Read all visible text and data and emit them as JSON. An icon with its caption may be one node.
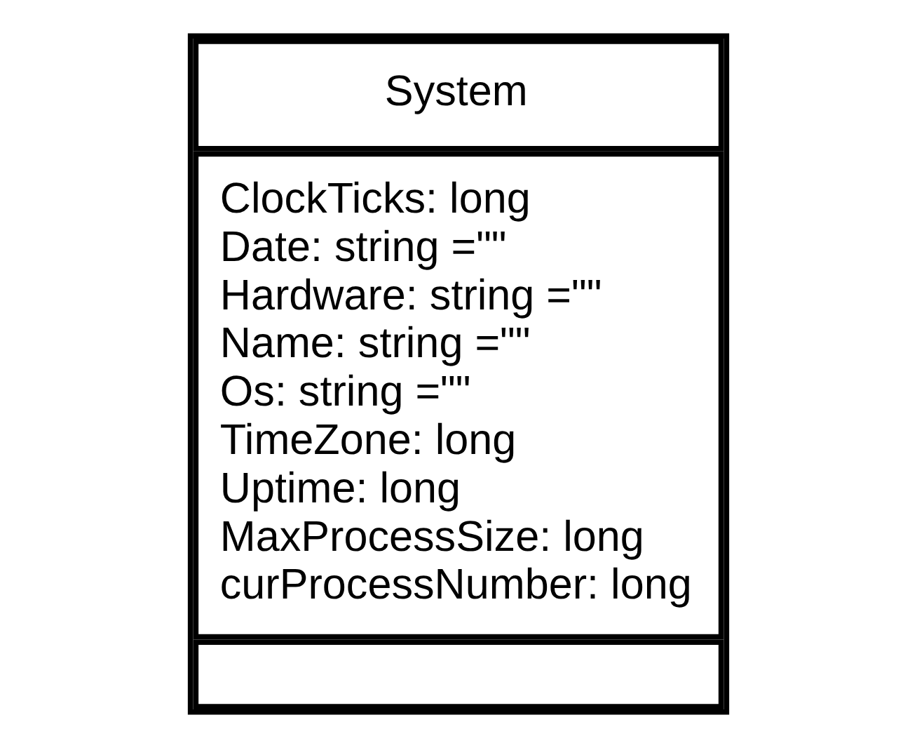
{
  "diagram": {
    "nodes": [
      {
        "text": [
          "System",
          "ClockTicks: long",
          "Date: string =\"\"",
          "Hardware: string =\"\"",
          "Name: string =\"\"",
          "Os: string =\"\"",
          "TimeZone: long",
          "Uptime: long",
          "MaxProcessSize: long",
          "curProcessNumber: long"
        ]
      }
    ],
    "edges": []
  }
}
